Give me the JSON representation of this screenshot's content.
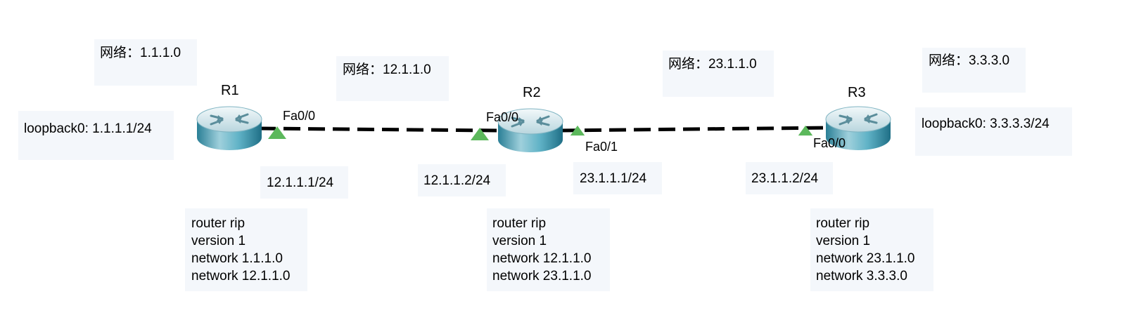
{
  "networks": [
    {
      "id": "net-1",
      "text": "网络：1.1.1.0"
    },
    {
      "id": "net-12",
      "text": "网络：12.1.1.0"
    },
    {
      "id": "net-23",
      "text": "网络：23.1.1.0"
    },
    {
      "id": "net-3",
      "text": "网络：3.3.3.0"
    }
  ],
  "loopbacks": {
    "r1": "loopback0: 1.1.1.1/24",
    "r3": "loopback0: 3.3.3.3/24"
  },
  "routers": {
    "r1": "R1",
    "r2": "R2",
    "r3": "R3"
  },
  "ports": {
    "r1_fa00": "Fa0/0",
    "r2_fa00": "Fa0/0",
    "r2_fa01": "Fa0/1",
    "r3_fa00": "Fa0/0"
  },
  "ips": {
    "r1_fa00": "12.1.1.1/24",
    "r2_fa00": "12.1.1.2/24",
    "r2_fa01": "23.1.1.1/24",
    "r3_fa00": "23.1.1.2/24"
  },
  "configs": {
    "r1": [
      "router rip",
      "version 1",
      "network 1.1.1.0",
      "network 12.1.1.0"
    ],
    "r2": [
      "router rip",
      "version 1",
      "network 12.1.1.0",
      "network 23.1.1.0"
    ],
    "r3": [
      "router rip",
      "version 1",
      "network 23.1.1.0",
      "network 3.3.3.0"
    ]
  },
  "colors": {
    "link": "#000000",
    "port_up": "#5cb85c",
    "note_bg": "#f4f7fb",
    "router_body": "#2e8aa1",
    "router_top": "#d9e8ec"
  },
  "icons": {
    "router": "router-icon",
    "port": "port-up-triangle-icon"
  }
}
